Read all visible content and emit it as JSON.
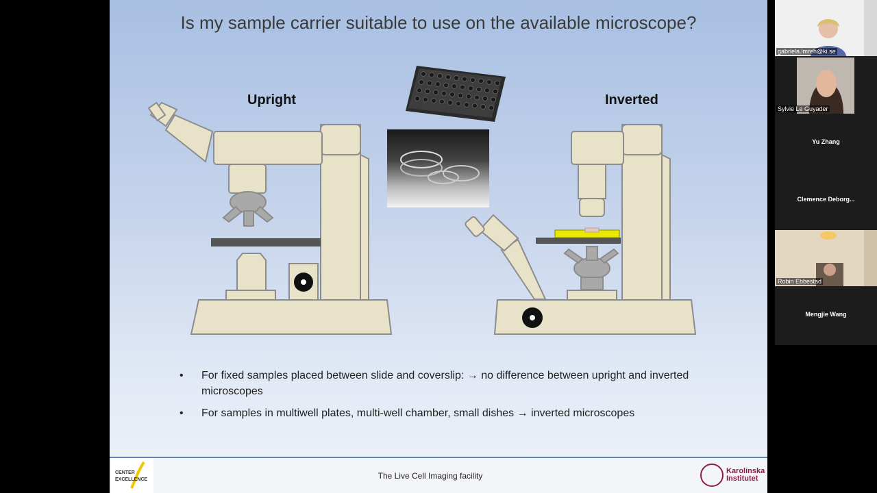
{
  "slide": {
    "title": "Is my sample carrier suitable to use on the available microscope?",
    "upright_label": "Upright",
    "inverted_label": "Inverted",
    "bullets": [
      "For fixed samples placed between slide and coverslip: → no difference between upright and inverted microscopes",
      "For samples in multiwell plates, multi-well chamber, small dishes → inverted microscopes"
    ],
    "bullet_symbol": "•",
    "footer_text": "The Live Cell Imaging facility",
    "logo_left": [
      "CENTER",
      "EXCELLENCE"
    ],
    "logo_right": [
      "Karolinska",
      "Institutet"
    ]
  },
  "colors": {
    "scope_fill": "#e8e2c8",
    "scope_stroke": "#8c8c8c",
    "objective": "#a9a9a9",
    "stage": "#555555",
    "sample_yellow": "#e8e800",
    "accent_line": "#5b83b9",
    "ki_brand": "#8b1f4b"
  },
  "participants": [
    {
      "name": "gabriela.imreh@ki.se",
      "video": true
    },
    {
      "name": "Sylvie Le Guyader",
      "video": true
    },
    {
      "name": "Yu Zhang",
      "video": false
    },
    {
      "name": "Clemence  Deborg...",
      "video": false
    },
    {
      "name": "Robin Ebbestad",
      "video": true
    },
    {
      "name": "Mengjie Wang",
      "video": false
    }
  ]
}
